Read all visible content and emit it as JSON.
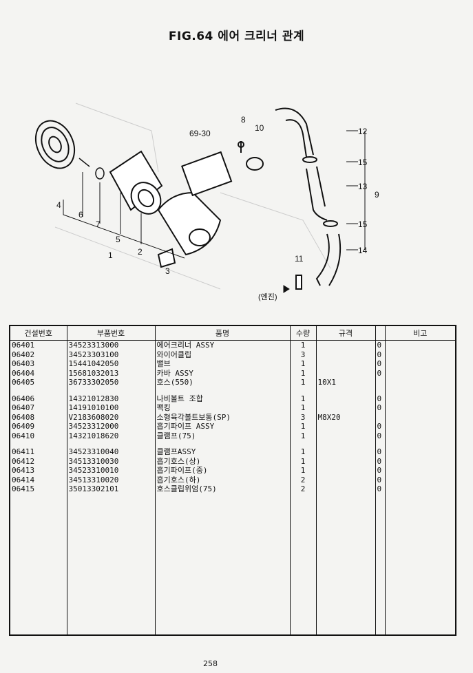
{
  "title": "FIG.64 에어 크리너 관계",
  "callouts": [
    "1",
    "2",
    "3",
    "4",
    "5",
    "6",
    "7",
    "8",
    "9",
    "10",
    "11",
    "12",
    "13",
    "14",
    "15",
    "15",
    "69-30"
  ],
  "engine_label": "(엔진)",
  "table": {
    "headers": [
      "건설번호",
      "부품번호",
      "품명",
      "수량",
      "규격",
      "",
      "비고"
    ],
    "rows": [
      {
        "no": "06401",
        "part": "34523313000",
        "name": "에어크리너 ASSY",
        "qty": "1",
        "spec": "",
        "zero": "0",
        "note": ""
      },
      {
        "no": "06402",
        "part": "34523303100",
        "name": "와이어클립",
        "qty": "3",
        "spec": "",
        "zero": "0",
        "note": ""
      },
      {
        "no": "06403",
        "part": "15441042050",
        "name": "밸브",
        "qty": "1",
        "spec": "",
        "zero": "0",
        "note": ""
      },
      {
        "no": "06404",
        "part": "15681032013",
        "name": "카바 ASSY",
        "qty": "1",
        "spec": "",
        "zero": "0",
        "note": ""
      },
      {
        "no": "06405",
        "part": "36733302050",
        "name": "호스(550)",
        "qty": "1",
        "spec": "10X1",
        "zero": "",
        "note": ""
      },
      {
        "no": "06406",
        "part": "14321012830",
        "name": "나비볼트 조합",
        "qty": "1",
        "spec": "",
        "zero": "0",
        "note": ""
      },
      {
        "no": "06407",
        "part": "14191010100",
        "name": "팩킹",
        "qty": "1",
        "spec": "",
        "zero": "0",
        "note": ""
      },
      {
        "no": "06408",
        "part": "V2183608020",
        "name": "소형육각볼트보통(SP)",
        "qty": "3",
        "spec": "M8X20",
        "zero": "",
        "note": ""
      },
      {
        "no": "06409",
        "part": "34523312000",
        "name": "흡기파이프 ASSY",
        "qty": "1",
        "spec": "",
        "zero": "0",
        "note": ""
      },
      {
        "no": "06410",
        "part": "14321018620",
        "name": "클램프(75)",
        "qty": "1",
        "spec": "",
        "zero": "0",
        "note": ""
      },
      {
        "no": "06411",
        "part": "34523310040",
        "name": "클램프ASSY",
        "qty": "1",
        "spec": "",
        "zero": "0",
        "note": ""
      },
      {
        "no": "06412",
        "part": "34513310030",
        "name": "흡기호스(상)",
        "qty": "1",
        "spec": "",
        "zero": "0",
        "note": ""
      },
      {
        "no": "06413",
        "part": "34523310010",
        "name": "흡기파이프(중)",
        "qty": "1",
        "spec": "",
        "zero": "0",
        "note": ""
      },
      {
        "no": "06414",
        "part": "34513310020",
        "name": "흡기호스(하)",
        "qty": "2",
        "spec": "",
        "zero": "0",
        "note": ""
      },
      {
        "no": "06415",
        "part": "35013302101",
        "name": "호스클립위엄(75)",
        "qty": "2",
        "spec": "",
        "zero": "0",
        "note": ""
      }
    ]
  },
  "page_number": "258"
}
